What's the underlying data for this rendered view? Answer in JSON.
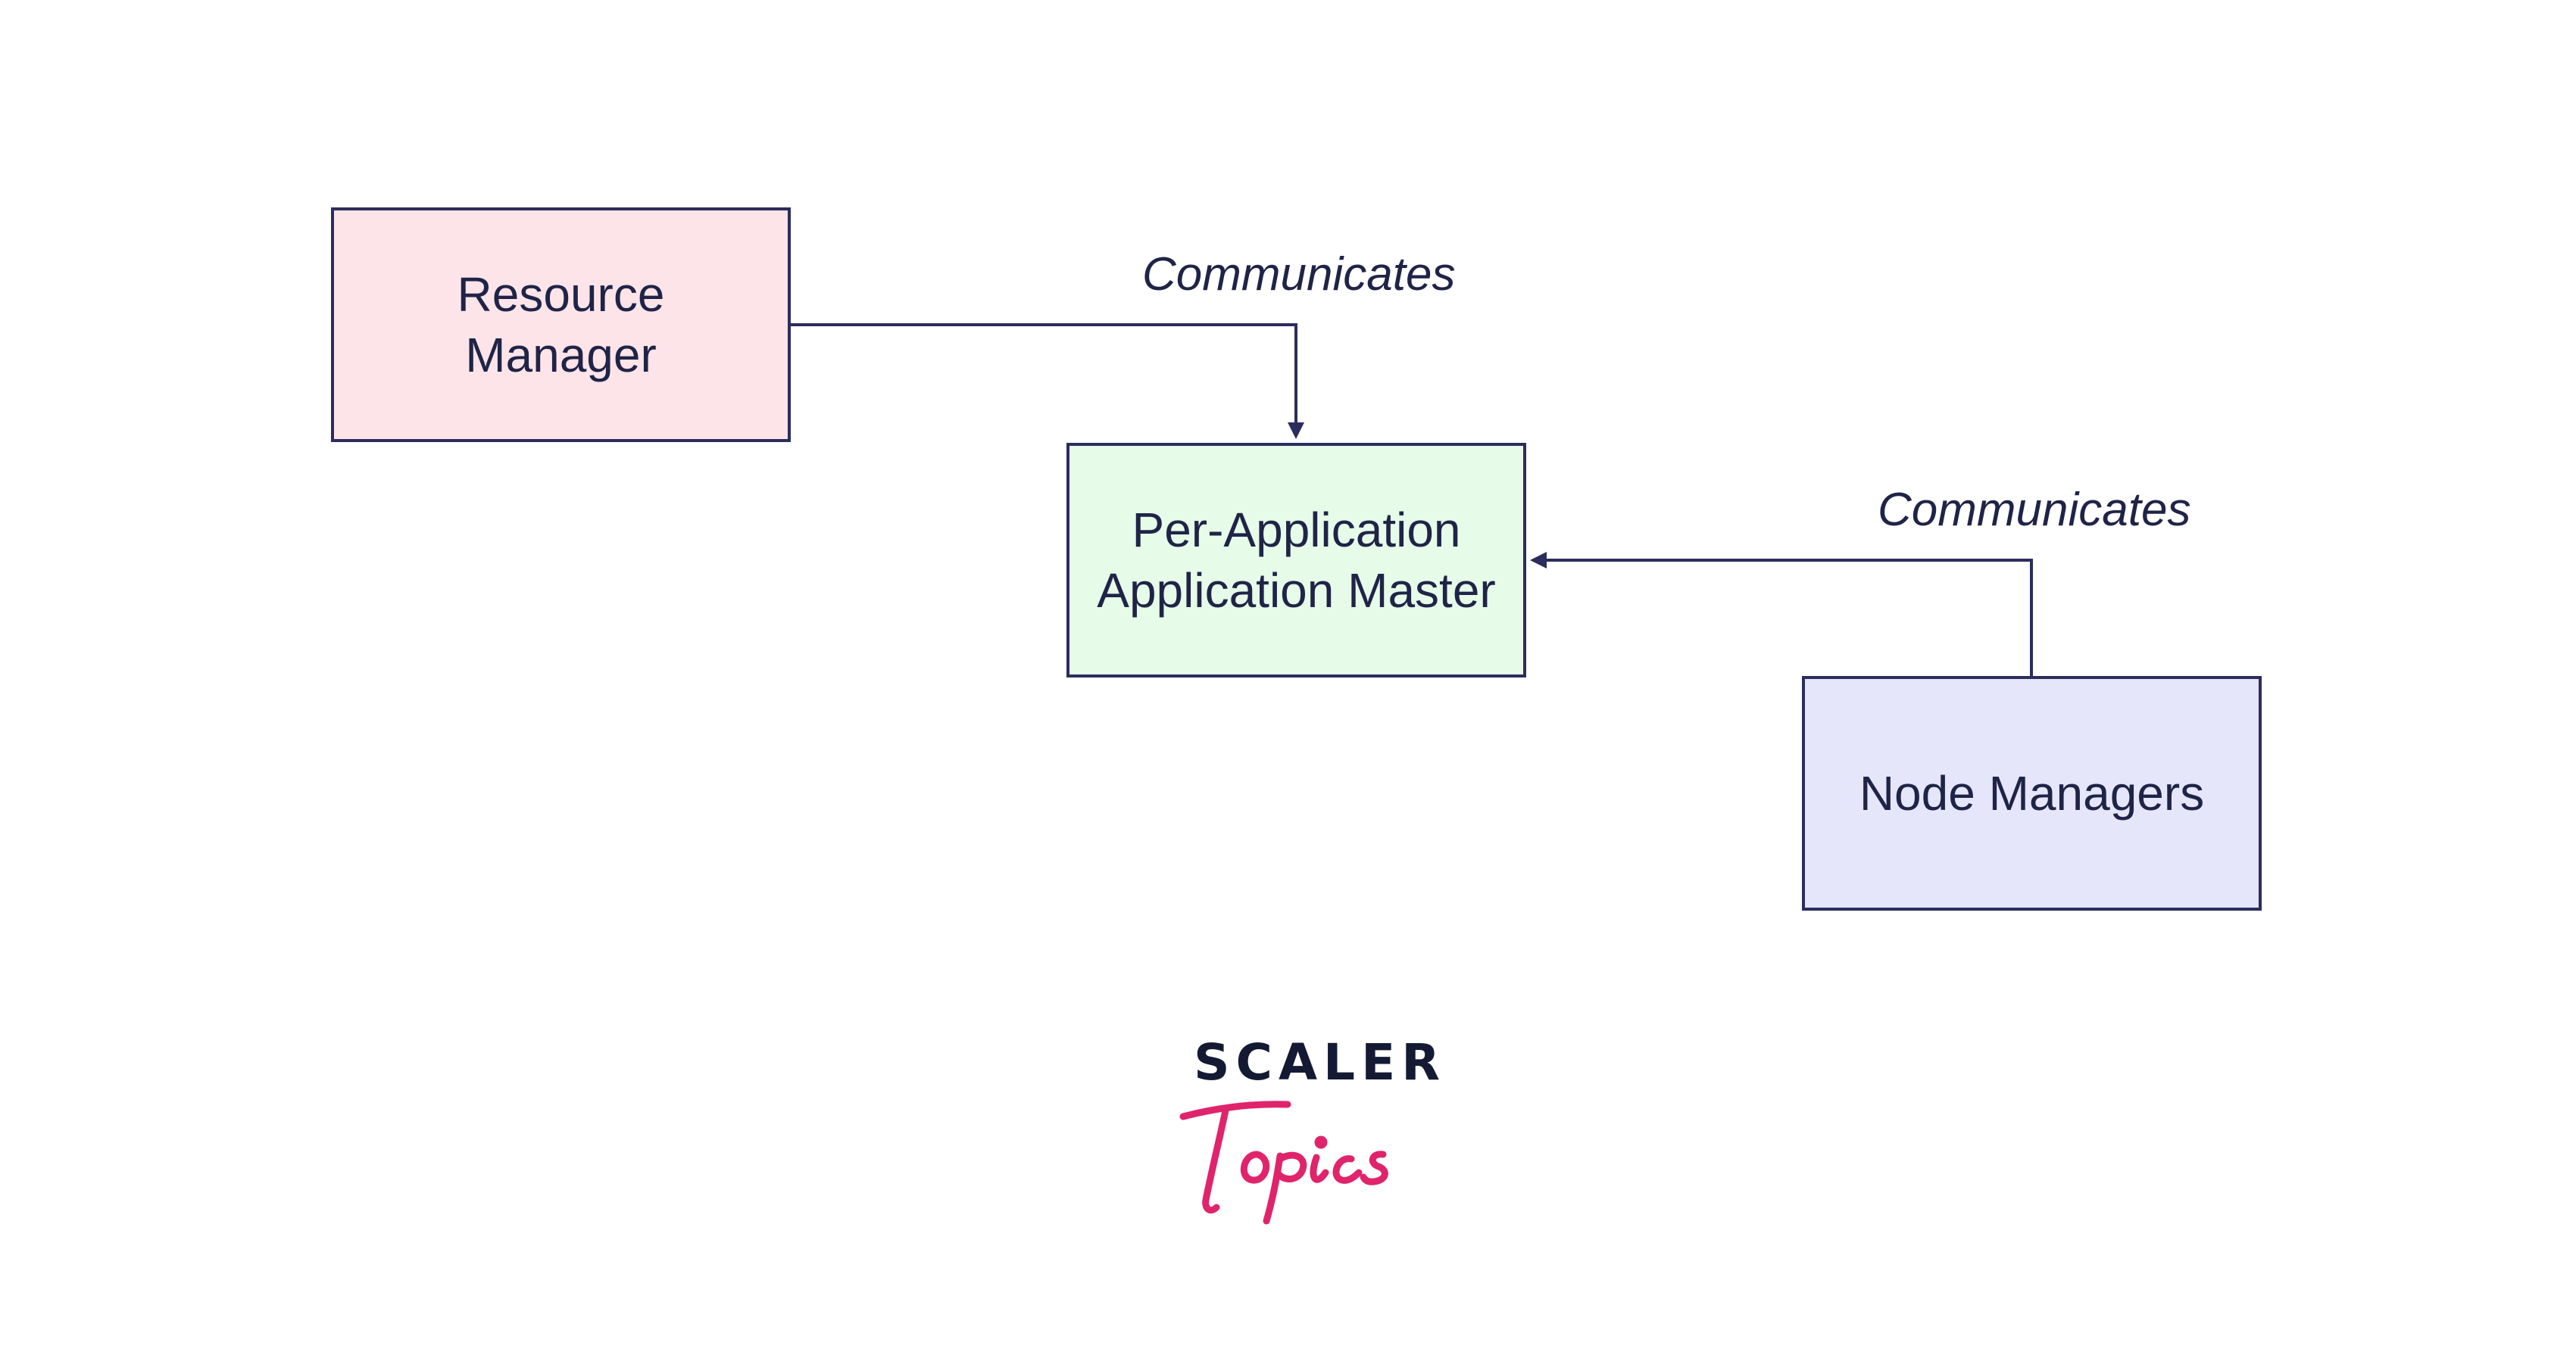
{
  "nodes": {
    "resource_manager": {
      "label": "Resource\nManager",
      "fill": "#fde4e8"
    },
    "application_master": {
      "label": "Per-Application\nApplication Master",
      "fill": "#e6fbe8"
    },
    "node_managers": {
      "label": "Node Managers",
      "fill": "#e6e6fb"
    }
  },
  "edges": [
    {
      "from": "resource_manager",
      "to": "application_master",
      "label": "Communicates"
    },
    {
      "from": "node_managers",
      "to": "application_master",
      "label": "Communicates"
    }
  ],
  "logo": {
    "wordmark": "SCALER",
    "script": "Topics",
    "wordmark_color": "#141a33",
    "script_color": "#e0246c"
  },
  "colors": {
    "stroke": "#2b2d5c",
    "text": "#1f2447",
    "background": "#ffffff"
  }
}
